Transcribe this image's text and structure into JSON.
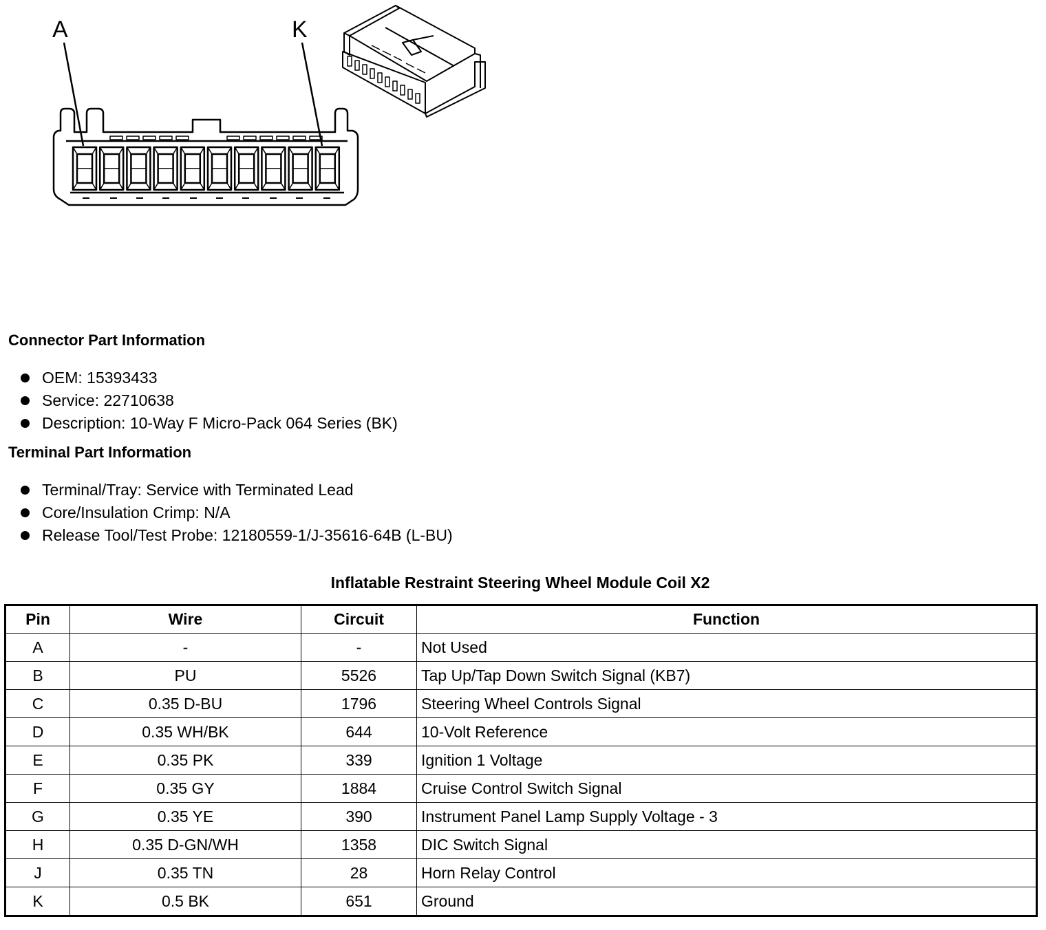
{
  "diagram": {
    "callouts": [
      "A",
      "K"
    ],
    "terminal_count": 10
  },
  "connector_part_info": {
    "heading": "Connector Part Information",
    "items": [
      "OEM: 15393433",
      "Service: 22710638",
      "Description: 10-Way F Micro-Pack 064 Series (BK)"
    ]
  },
  "terminal_part_info": {
    "heading": "Terminal Part Information",
    "items": [
      "Terminal/Tray: Service with Terminated Lead",
      "Core/Insulation Crimp: N/A",
      "Release Tool/Test Probe: 12180559-1/J-35616-64B (L-BU)"
    ]
  },
  "table": {
    "title": "Inflatable Restraint Steering Wheel Module Coil X2",
    "headers": [
      "Pin",
      "Wire",
      "Circuit",
      "Function"
    ],
    "rows": [
      [
        "A",
        "-",
        "-",
        "Not Used"
      ],
      [
        "B",
        "PU",
        "5526",
        "Tap Up/Tap Down Switch Signal (KB7)"
      ],
      [
        "C",
        "0.35 D-BU",
        "1796",
        "Steering Wheel Controls Signal"
      ],
      [
        "D",
        "0.35 WH/BK",
        "644",
        "10-Volt Reference"
      ],
      [
        "E",
        "0.35 PK",
        "339",
        "Ignition 1 Voltage"
      ],
      [
        "F",
        "0.35 GY",
        "1884",
        "Cruise Control Switch Signal"
      ],
      [
        "G",
        "0.35 YE",
        "390",
        "Instrument Panel Lamp Supply Voltage - 3"
      ],
      [
        "H",
        "0.35 D-GN/WH",
        "1358",
        "DIC Switch Signal"
      ],
      [
        "J",
        "0.35 TN",
        "28",
        "Horn Relay Control"
      ],
      [
        "K",
        "0.5 BK",
        "651",
        "Ground"
      ]
    ]
  }
}
